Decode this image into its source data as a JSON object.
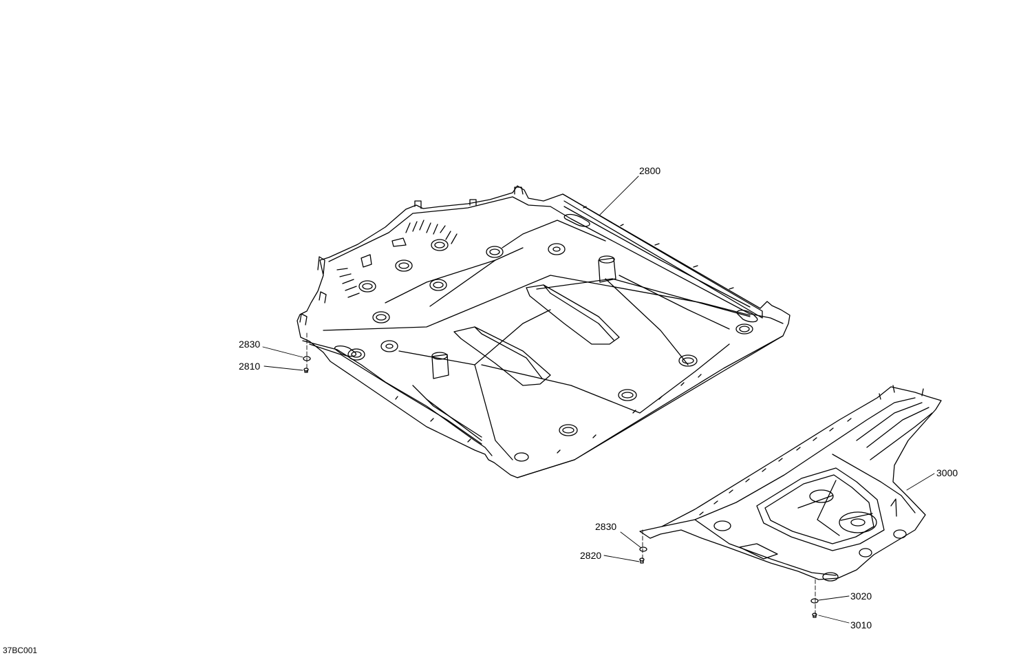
{
  "diagram": {
    "drawing_id": "37BC001",
    "parts": [
      {
        "id": "main-skid-plate",
        "label": "2800"
      },
      {
        "id": "rear-skid-plate",
        "label": "3000"
      },
      {
        "id": "washer-left-top",
        "label": "2830"
      },
      {
        "id": "screw-left",
        "label": "2810"
      },
      {
        "id": "washer-right-top",
        "label": "2830"
      },
      {
        "id": "screw-right",
        "label": "2820"
      },
      {
        "id": "washer-rear",
        "label": "3020"
      },
      {
        "id": "screw-rear",
        "label": "3010"
      }
    ]
  }
}
